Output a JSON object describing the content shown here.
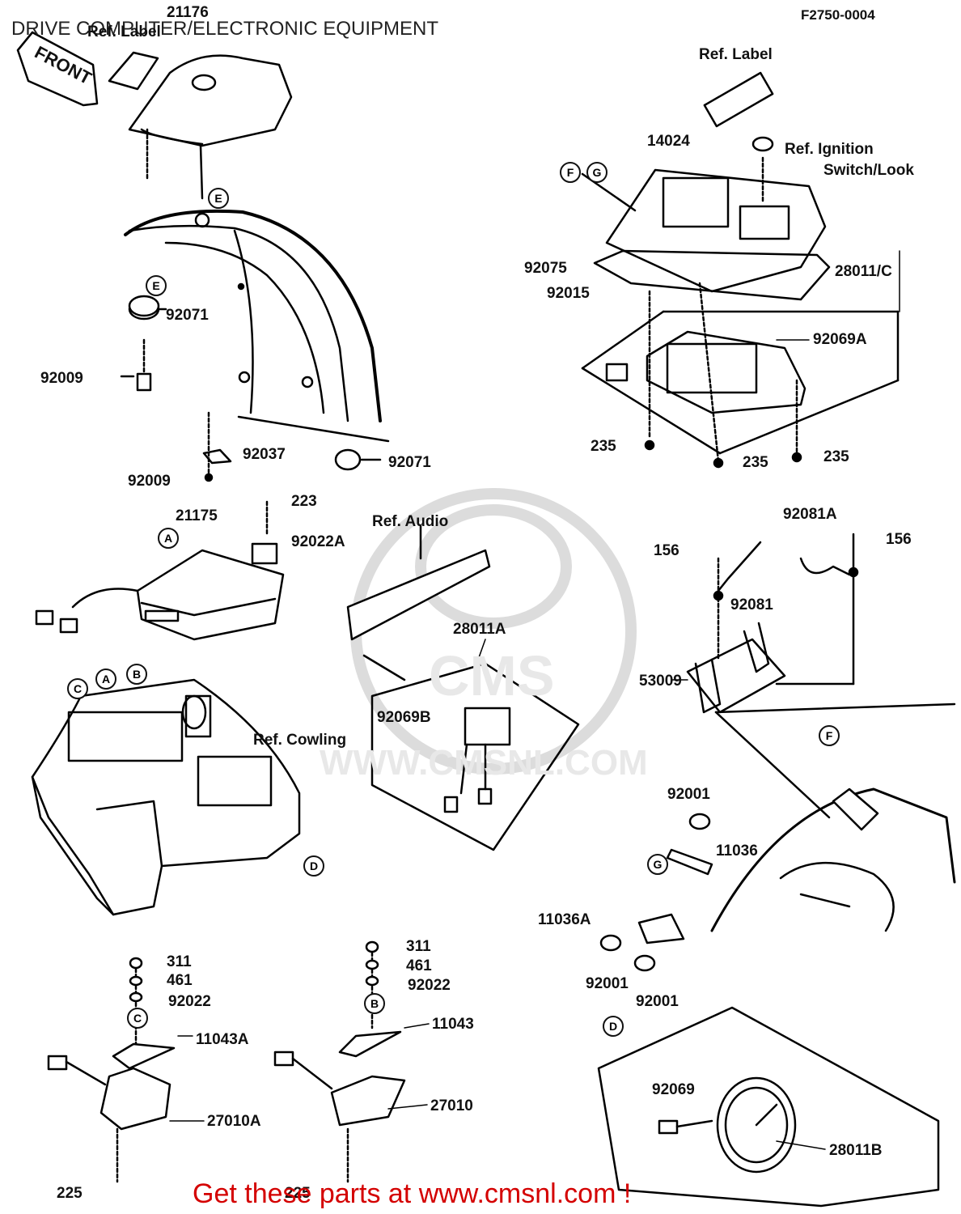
{
  "header": {
    "title": "DRIVE COMPUTER/ELECTRONIC EQUIPMENT",
    "code": "F2750-0004"
  },
  "footer": {
    "text": "Get these parts at www.cmsnl.com !"
  },
  "watermark": {
    "logo": "CMS",
    "url": "WWW.CMSNL.COM"
  },
  "stamps": {
    "front": "FRONT"
  },
  "colors": {
    "footer": "#d40000",
    "lines": "#000000"
  },
  "markers": {
    "A": "A",
    "B": "B",
    "C": "C",
    "D": "D",
    "E": "E",
    "F": "F",
    "G": "G"
  },
  "parts": {
    "p21176": "21176",
    "ref_label_1": "Ref. Label",
    "p92071_a": "92071",
    "p92009_a": "92009",
    "p92037": "92037",
    "p92009_b": "92009",
    "p92071_b": "92071",
    "ref_label_2": "Ref. Label",
    "p14024": "14024",
    "ref_ignition_1": "Ref. Ignition",
    "ref_ignition_2": "Switch/Look",
    "p92075": "92075",
    "p92015": "92015",
    "p28011c": "28011/C",
    "p92069a": "92069A",
    "p235_a": "235",
    "p235_b": "235",
    "p235_c": "235",
    "p223": "223",
    "p21175": "21175",
    "p92022a": "92022A",
    "ref_audio": "Ref. Audio",
    "p92081a": "92081A",
    "p156_a": "156",
    "p156_b": "156",
    "p92081": "92081",
    "p28011a": "28011A",
    "p53009": "53009",
    "p92069b": "92069B",
    "ref_cowling": "Ref. Cowling",
    "p92001_a": "92001",
    "p11036": "11036",
    "p11036a": "11036A",
    "p92001_b": "92001",
    "p92001_c": "92001",
    "p311_a": "311",
    "p461_a": "461",
    "p92022_a": "92022",
    "p11043a": "11043A",
    "p27010a": "27010A",
    "p311_b": "311",
    "p461_b": "461",
    "p92022_b": "92022",
    "p11043": "11043",
    "p27010": "27010",
    "p225_a": "225",
    "p225_b": "225",
    "p92069": "92069",
    "p28011b": "28011B"
  }
}
